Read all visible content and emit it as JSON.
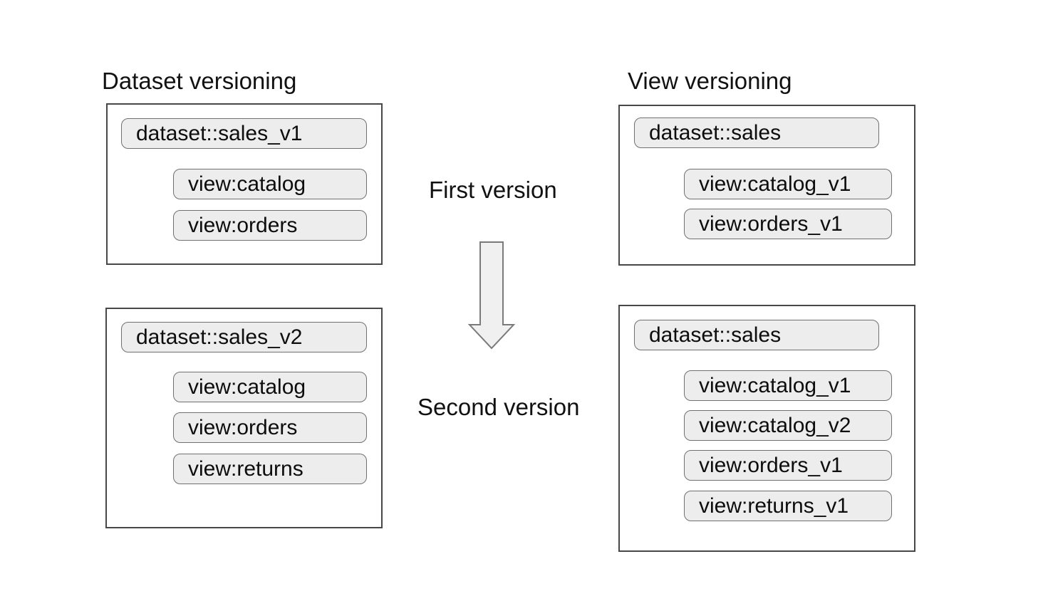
{
  "titles": {
    "left": "Dataset versioning",
    "right": "View versioning"
  },
  "flow": {
    "first_label": "First version",
    "second_label": "Second version",
    "arrow_direction": "down"
  },
  "boxes": {
    "dataset_v1": {
      "dataset": "dataset::sales_v1",
      "views": [
        "view:catalog",
        "view:orders"
      ]
    },
    "dataset_v2": {
      "dataset": "dataset::sales_v2",
      "views": [
        "view:catalog",
        "view:orders",
        "view:returns"
      ]
    },
    "view_v1": {
      "dataset": "dataset::sales",
      "views": [
        "view:catalog_v1",
        "view:orders_v1"
      ]
    },
    "view_v2": {
      "dataset": "dataset::sales",
      "views": [
        "view:catalog_v1",
        "view:catalog_v2",
        "view:orders_v1",
        "view:returns_v1"
      ]
    }
  },
  "colors": {
    "background": "#ffffff",
    "box_border": "#474747",
    "pill_fill": "#ededed",
    "pill_border": "#707070",
    "arrow_fill": "#f0f0f0",
    "arrow_border": "#7a7a7a",
    "text": "#111111"
  }
}
